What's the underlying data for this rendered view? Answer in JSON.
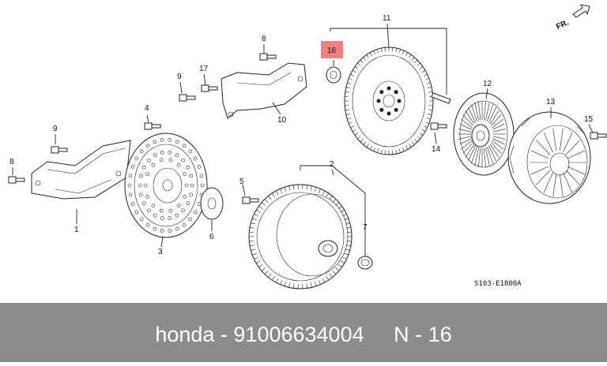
{
  "diagram": {
    "callouts": [
      "1",
      "2",
      "3",
      "4",
      "5",
      "6",
      "7",
      "8",
      "8",
      "9",
      "9",
      "10",
      "11",
      "12",
      "13",
      "14",
      "15",
      "16",
      "17"
    ],
    "highlighted_callout": "16",
    "highlight_color": "#f08080",
    "drawing_code": "S103-E1800A",
    "direction_label": "FR."
  },
  "footer": {
    "caption": "honda - 91006634004     N - 16",
    "background": "#8c8c8c",
    "text_color": "#ffffff"
  }
}
